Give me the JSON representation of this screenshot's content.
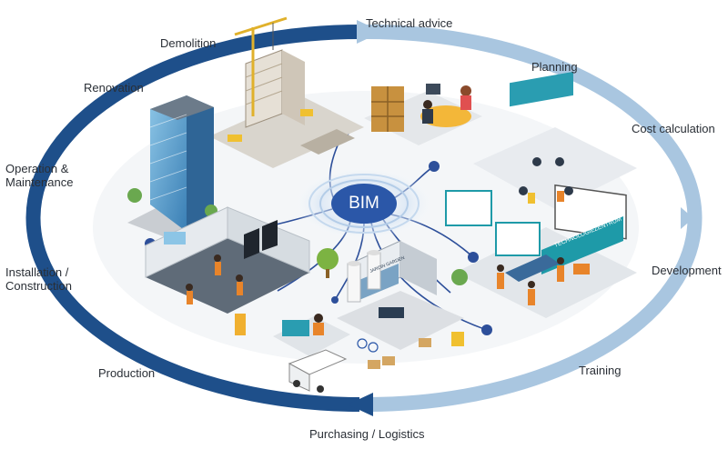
{
  "center": {
    "label": "BIM"
  },
  "phases": [
    {
      "id": "technical-advice",
      "label": "Technical advice"
    },
    {
      "id": "planning",
      "label": "Planning"
    },
    {
      "id": "cost-calculation",
      "label": "Cost calculation"
    },
    {
      "id": "development",
      "label": "Development"
    },
    {
      "id": "training",
      "label": "Training"
    },
    {
      "id": "purchasing-logistics",
      "label": "Purchasing / Logistics"
    },
    {
      "id": "production",
      "label": "Production"
    },
    {
      "id": "installation-construction",
      "label_line1": "Installation /",
      "label_line2": "Construction"
    },
    {
      "id": "operation-maintenance",
      "label_line1": "Operation &",
      "label_line2": "Maintenance"
    },
    {
      "id": "renovation",
      "label": "Renovation"
    },
    {
      "id": "demolition",
      "label": "Demolition"
    }
  ],
  "signs": {
    "factory_sign": "JARDIN GARDEN",
    "technology_center_sign": "TECHNOLOGIEZENTRUM"
  },
  "colors": {
    "ring_dark_blue": "#1e4f8a",
    "ring_light_blue": "#a9c6e0",
    "hub_blue": "#2b57a8",
    "node_blue": "#2d4f9a",
    "ground": "#dfe3e8",
    "accent_teal": "#1e9aa8",
    "worker_orange": "#e8842a"
  }
}
